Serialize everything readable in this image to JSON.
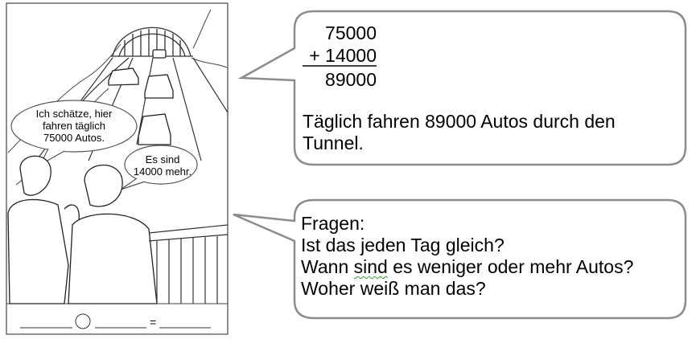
{
  "comic": {
    "speech_left": [
      "Ich schätze, hier",
      "fahren täglich",
      "75000 Autos."
    ],
    "speech_right": [
      "Es sind",
      "14000 mehr."
    ],
    "equation_operator": "=",
    "equation_blank": "______"
  },
  "calculation": {
    "addend1": "75000",
    "addend2": "+ 14000",
    "sum": "89000",
    "sentence_line1": "Täglich fahren 89000 Autos durch den",
    "sentence_line2": "Tunnel."
  },
  "questions": {
    "heading": "Fragen:",
    "q1": "Ist das jeden Tag gleich?",
    "q2_before": "Wann ",
    "q2_marked": "sind",
    "q2_after": " es weniger oder mehr Autos?",
    "q3": "Woher weiß man das?"
  },
  "colors": {
    "stroke": "#000000",
    "bubble_border": "#8c8c8c",
    "spellcheck": "#3a9a3a"
  }
}
